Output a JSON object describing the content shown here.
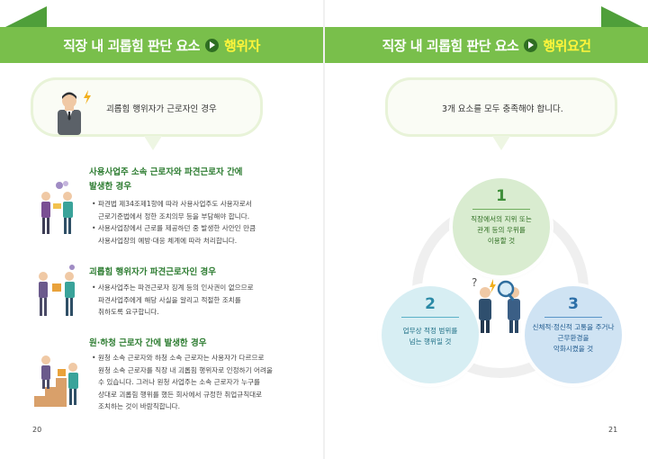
{
  "left_page": {
    "header": {
      "title": "직장 내 괴롭힘 판단 요소",
      "accent": "행위자"
    },
    "bubble": {
      "text": "괴롭힘 행위자가 근로자인 경우"
    },
    "sections": [
      {
        "title_lines": [
          "사용사업주 소속 근로자와 파견근로자 간에",
          "발생한 경우"
        ],
        "bullets": [
          [
            "• 파견법 제34조제1항에 따라 사용사업주도 사용자로서",
            "근로기준법에서 정한 조치의무 등을 부담해야 합니다."
          ],
          [
            "• 사용사업장에서 근로를 제공하던 중 발생한 사안인 만큼",
            "사용사업장의 예방·대응 체계에 따라 처리합니다."
          ]
        ]
      },
      {
        "title_lines": [
          "괴롭힘 행위자가 파견근로자인 경우"
        ],
        "bullets": [
          [
            "• 사용사업주는 파견근로자 징계 등의 인사권이 없으므로",
            "파견사업주에게 해당 사실을 알리고 적절한 조치를",
            "취하도록 요구합니다."
          ]
        ]
      },
      {
        "title_lines": [
          "원·하청 근로자 간에 발생한 경우"
        ],
        "bullets": [
          [
            "• 원청 소속 근로자와 하청 소속 근로자는 사용자가 다르므로",
            "원청 소속 근로자를 직장 내 괴롭힘 행위자로 인정하기 어려울",
            "수 있습니다. 그러나 원청 사업주는 소속 근로자가 누구를",
            "상대로 괴롭힘 행위를 했든 회사에서 규정한 취업규칙대로",
            "조치하는 것이 바람직합니다."
          ]
        ]
      }
    ],
    "page_number": "20"
  },
  "right_page": {
    "header": {
      "title": "직장 내 괴롭힘 판단 요소",
      "accent": "행위요건"
    },
    "bubble": {
      "text": "3개 요소를 모두 충족해야 합니다."
    },
    "elements": [
      {
        "number": "1",
        "lines": [
          "직장에서의 지위 또는",
          "관계 등의 우위를",
          "이용할 것"
        ]
      },
      {
        "number": "2",
        "lines": [
          "업무상 적정 범위를",
          "넘는 행위일 것"
        ]
      },
      {
        "number": "3",
        "lines": [
          "신체적·정신적 고통을 주거나",
          "근무환경을",
          "악화시켰을 것"
        ]
      }
    ],
    "page_number": "21"
  },
  "colors": {
    "header_green": "#79bf4b",
    "accent_yellow": "#fff53a",
    "section_title_green": "#2e7d32",
    "element1": "#d9ecd0",
    "element2": "#d7eef3",
    "element3": "#cfe3f3"
  },
  "icons": [
    "play-arrow-icon",
    "lightning-icon",
    "magnifier-icon",
    "question-mark-icon"
  ]
}
